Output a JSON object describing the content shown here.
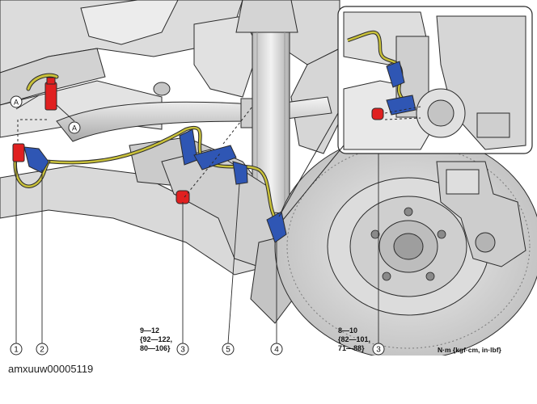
{
  "callouts": [
    {
      "id": "c1",
      "label": "1"
    },
    {
      "id": "c2",
      "label": "2"
    },
    {
      "id": "c3a",
      "label": "3"
    },
    {
      "id": "c5",
      "label": "5"
    },
    {
      "id": "c4",
      "label": "4"
    },
    {
      "id": "c3b",
      "label": "3"
    }
  ],
  "reference_marks": [
    "A",
    "A"
  ],
  "torque_specs": {
    "left": {
      "line1": "9—12",
      "line2": "{92—122,",
      "line3": "80—106}"
    },
    "right": {
      "line1": "8—10",
      "line2": "{82—101,",
      "line3": "71—88}"
    }
  },
  "units": "N·m {kgf·cm, in·lbf}",
  "image_id": "amxuuw00005119",
  "colors": {
    "harness": "#c9c13a",
    "sensor": "#2f56b4",
    "bolt": "#e02020",
    "line": "#2a2a2a",
    "shade_light": "#e9e9e9",
    "shade_mid": "#cfcfcf",
    "shade_dark": "#9a9a9a"
  }
}
